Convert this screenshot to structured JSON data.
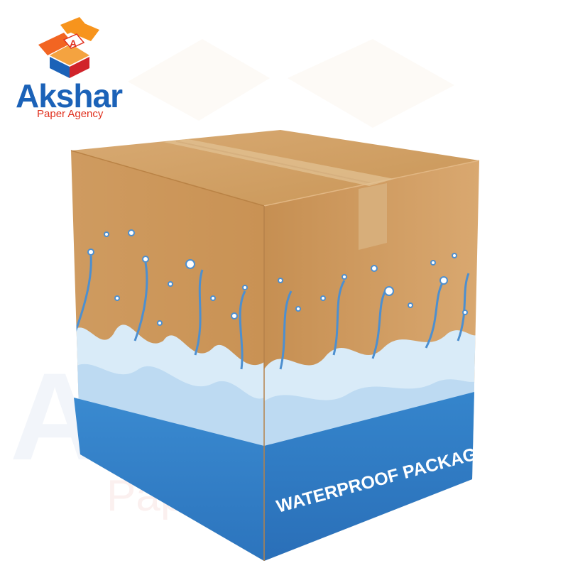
{
  "logo": {
    "mark_letter": "A",
    "name": "Akshar",
    "tagline": "Paper Agency"
  },
  "watermark": {
    "name": "Akshar",
    "tagline": "Paper Agency"
  },
  "box": {
    "label": "WATERPROOF PACKAGING"
  },
  "colors": {
    "brand_blue": "#1b62b8",
    "brand_red": "#e0301e",
    "cardboard": "#cf9a5e",
    "band_blue": "#2f7fc8"
  }
}
